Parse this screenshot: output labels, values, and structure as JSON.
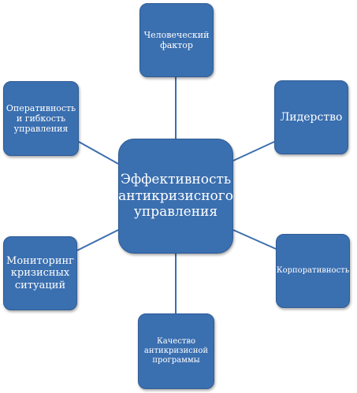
{
  "diagram": {
    "center": "Эффективность антикризисного управления",
    "nodes": {
      "top": "Человеческий фактор",
      "top_right": "Лидерство",
      "right": "Корпоративность",
      "bottom": "Качество антикризисной программы",
      "bottom_left": "Мониторинг кризисных ситуаций",
      "top_left": "Оперативность и гибкость управления"
    },
    "colors": {
      "node_fill": "#3a6fb0",
      "node_border": "#2f5d96",
      "connector": "#3c6fae",
      "text": "#ffffff"
    }
  }
}
